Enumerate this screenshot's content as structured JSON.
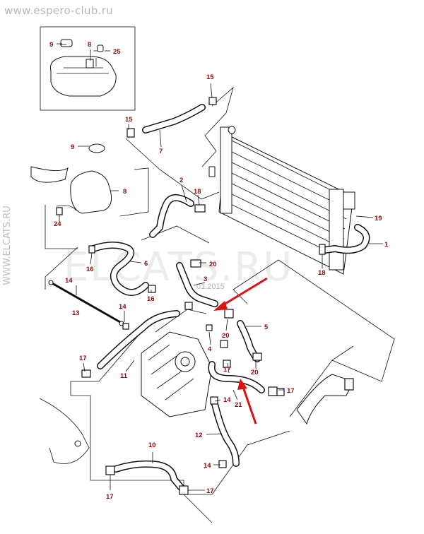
{
  "watermarks": {
    "top_site": "www.espero-club.ru",
    "side_site": "WWW.ELCATS.RU",
    "center_text": "ELCATS.RU",
    "date": "01.2015"
  },
  "callouts": [
    {
      "id": "c9a",
      "text": "9"
    },
    {
      "id": "c8a",
      "text": "8"
    },
    {
      "id": "c25",
      "text": "25"
    },
    {
      "id": "c15a",
      "text": "15"
    },
    {
      "id": "c15b",
      "text": "15"
    },
    {
      "id": "c7",
      "text": "7"
    },
    {
      "id": "c9b",
      "text": "9"
    },
    {
      "id": "c8b",
      "text": "8"
    },
    {
      "id": "c2",
      "text": "2"
    },
    {
      "id": "c18a",
      "text": "18"
    },
    {
      "id": "c24",
      "text": "24"
    },
    {
      "id": "c19",
      "text": "19"
    },
    {
      "id": "c1",
      "text": "1"
    },
    {
      "id": "c18b",
      "text": "18"
    },
    {
      "id": "c16a",
      "text": "16"
    },
    {
      "id": "c6",
      "text": "6"
    },
    {
      "id": "c20a",
      "text": "20"
    },
    {
      "id": "c3",
      "text": "3"
    },
    {
      "id": "c14a",
      "text": "14"
    },
    {
      "id": "c16b",
      "text": "16"
    },
    {
      "id": "c13",
      "text": "13"
    },
    {
      "id": "c14b",
      "text": "14"
    },
    {
      "id": "c5",
      "text": "5"
    },
    {
      "id": "c20b",
      "text": "20"
    },
    {
      "id": "c4",
      "text": "4"
    },
    {
      "id": "c17a",
      "text": "17"
    },
    {
      "id": "c11",
      "text": "11"
    },
    {
      "id": "c17b",
      "text": "17"
    },
    {
      "id": "c20c",
      "text": "20"
    },
    {
      "id": "c17c",
      "text": "17"
    },
    {
      "id": "c14c",
      "text": "14"
    },
    {
      "id": "c21",
      "text": "21"
    },
    {
      "id": "c12",
      "text": "12"
    },
    {
      "id": "c10",
      "text": "10"
    },
    {
      "id": "c14d",
      "text": "14"
    },
    {
      "id": "c17d",
      "text": "17"
    },
    {
      "id": "c17e",
      "text": "17"
    }
  ],
  "icons": {
    "arrows": "red-pointer-arrow-icon",
    "arrow_color": "#e01010",
    "label_color": "#8b0d0d"
  }
}
